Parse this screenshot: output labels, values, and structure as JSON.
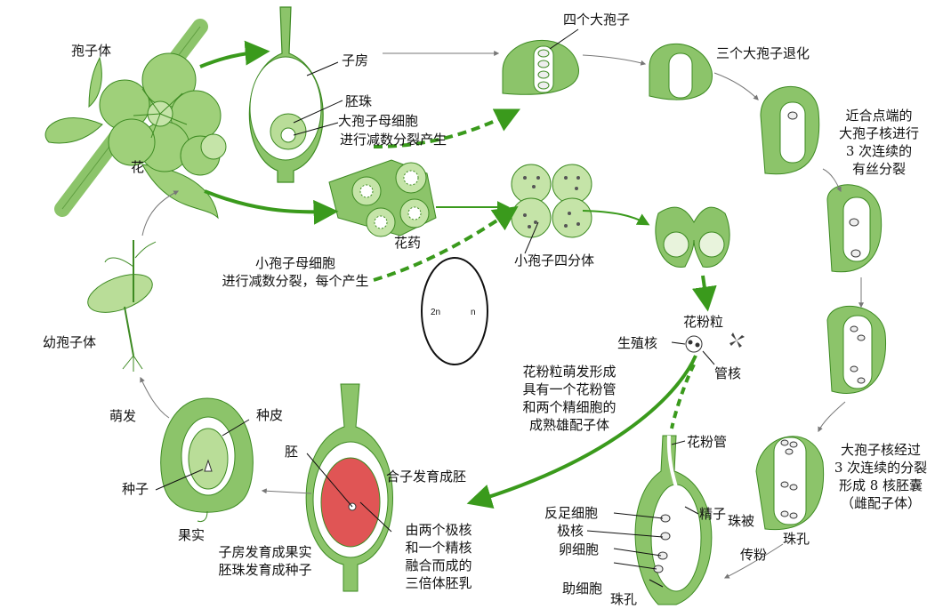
{
  "labels": {
    "sporophyte": "孢子体",
    "flower": "花",
    "ovary": "子房",
    "ovule": "胚珠",
    "megasporocyte": "大孢子母细胞",
    "meiosis_produces": "进行减数分裂产生",
    "four_megaspores": "四个大孢子",
    "three_degenerate": "三个大孢子退化",
    "chalazal_line1": "近合点端的",
    "chalazal_line2": "大孢子核进行",
    "chalazal_line3": "3 次连续的",
    "chalazal_line4": "有丝分裂",
    "anther": "花药",
    "microsporocyte_line1": "小孢子母细胞",
    "microsporocyte_line2": "进行减数分裂，每个产生",
    "microspore_tetrad": "小孢子四分体",
    "ploidy_2n": "2n",
    "ploidy_n": "n",
    "pollen_grain": "花粉粒",
    "generative_nucleus": "生殖核",
    "tube_nucleus": "管核",
    "germination_line1": "花粉粒萌发形成",
    "germination_line2": "具有一个花粉管",
    "germination_line3": "和两个精细胞的",
    "germination_line4": "成熟雄配子体",
    "pollen_tube": "花粉管",
    "sperm": "精子",
    "embryo_sac_line1": "大孢子核经过",
    "embryo_sac_line2": "3 次连续的分裂",
    "embryo_sac_line3": "形成 8 核胚囊",
    "embryo_sac_line4": "（雌配子体）",
    "integument": "珠被",
    "micropyle": "珠孔",
    "pollination": "传粉",
    "antipodal": "反足细胞",
    "polar_nuclei": "极核",
    "egg_cell": "卵细胞",
    "synergid": "助细胞",
    "micropyle_bottom": "珠孔",
    "zygote_embryo": "合子发育成胚",
    "embryo": "胚",
    "endosperm_line1": "由两个极核",
    "endosperm_line2": "和一个精核",
    "endosperm_line3": "融合而成的",
    "endosperm_line4": "三倍体胚乳",
    "seed_coat": "种皮",
    "seed": "种子",
    "fruit": "果实",
    "fruit_dev_line1": "子房发育成果实",
    "fruit_dev_line2": "胚珠发育成种子",
    "germinate": "萌发",
    "young_sporophyte": "幼孢子体"
  },
  "colors": {
    "green_fill": "#8cc46a",
    "green_light": "#b9dd98",
    "green_dark": "#3d8a22",
    "arrow_green": "#3a9a1c",
    "endosperm_red": "#e05555"
  }
}
